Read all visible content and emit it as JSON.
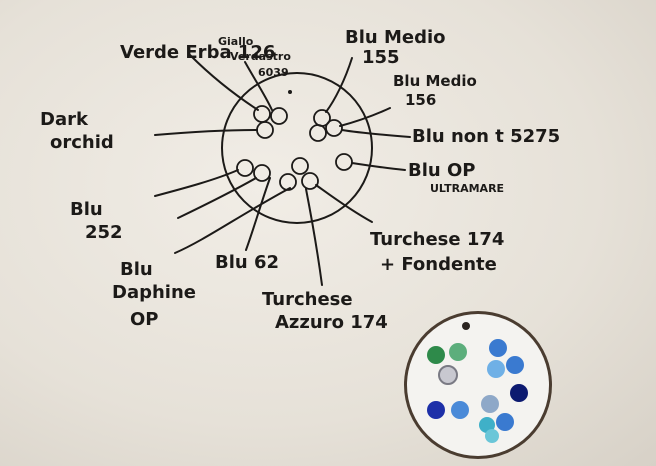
{
  "labels": {
    "verde_erba": "Verde Erba 126",
    "giallo_1": "Giallo",
    "giallo_2": "Verdastro",
    "giallo_3": "6039",
    "blu_medio_155_1": "Blu Medio",
    "blu_medio_155_2": "155",
    "blu_medio_156_1": "Blu Medio",
    "blu_medio_156_2": "156",
    "dark_orchid_1": "Dark",
    "dark_orchid_2": "orchid",
    "blu_non_t": "Blu non t 5275",
    "blu_op_1": "Blu OP",
    "blu_op_2": "ULTRAMARE",
    "blu_252_1": "Blu",
    "blu_252_2": "252",
    "turchese_fond_1": "Turchese 174",
    "turchese_fond_2": "+ Fondente",
    "blu_daphine_1": "Blu",
    "blu_daphine_2": "Daphine",
    "blu_daphine_3": "OP",
    "blu_62": "Blu 62",
    "turchese_azz_1": "Turchese",
    "turchese_azz_2": "Azzuro 174"
  },
  "colors": {
    "ink": "#1c1a18",
    "paper": "#ece7df",
    "sample_disc": "#f4f3f0",
    "sample_rim": "#4a3c30",
    "green": "#2e8a4a",
    "light_green": "#7fc79a",
    "blue_mid": "#3a7ad0",
    "blue_light": "#6fb0e6",
    "blue_dark": "#1d2fa8",
    "navy": "#0c1a70",
    "turquoise": "#3fb0c8",
    "grey_blue": "#8ea8c8",
    "silver": "#c8c8d0"
  }
}
